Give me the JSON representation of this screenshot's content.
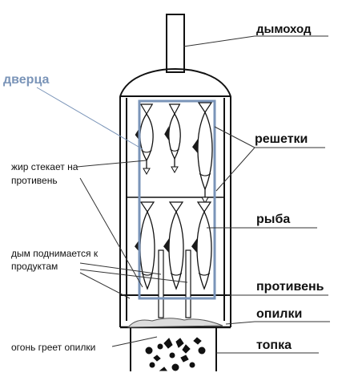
{
  "labels": {
    "chimney": "дымоход",
    "door": "дверца",
    "grates": "решетки",
    "fat": [
      "жир стекает на",
      "противень"
    ],
    "fish": "рыба",
    "smoke": [
      "дым поднимается к",
      "продуктам"
    ],
    "tray": "противень",
    "sawdust": "опилки",
    "fire": "огонь греет опилки",
    "firebox": "топка"
  },
  "colors": {
    "line": "#111111",
    "door_frame": "#7a94b8",
    "door_text": "#7a94b8",
    "fish_fill": "#ffffff",
    "fish_dark": "#1a1a1a"
  },
  "icons": [
    "chimney-icon",
    "smokehouse-body",
    "door-frame",
    "fish-icon",
    "drip-arrow-icon",
    "smoke-arrow-icon",
    "sawdust-pile",
    "fire-icon"
  ]
}
